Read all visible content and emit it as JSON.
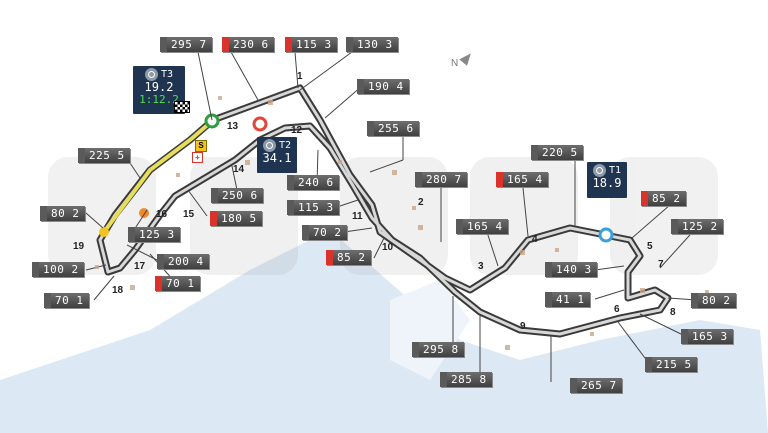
{
  "map": {
    "north_label": "N",
    "speed_traps": [
      {
        "id": "295-7",
        "value": "295 7",
        "red": false
      },
      {
        "id": "230-6",
        "value": "230 6",
        "red": true
      },
      {
        "id": "115-3-top",
        "value": "115 3",
        "red": true
      },
      {
        "id": "130-3",
        "value": "130 3",
        "red": false
      },
      {
        "id": "190-4",
        "value": "190 4",
        "red": false
      },
      {
        "id": "255-6",
        "value": "255 6",
        "red": false
      },
      {
        "id": "225-5",
        "value": "225 5",
        "red": false
      },
      {
        "id": "80-2-left",
        "value": "80 2",
        "red": false
      },
      {
        "id": "100-2",
        "value": "100 2",
        "red": false
      },
      {
        "id": "70-1-left",
        "value": "70 1",
        "red": false
      },
      {
        "id": "250-6",
        "value": "250 6",
        "red": false
      },
      {
        "id": "180-5",
        "value": "180 5",
        "red": true
      },
      {
        "id": "125-3-left",
        "value": "125 3",
        "red": false
      },
      {
        "id": "200-4",
        "value": "200 4",
        "red": false
      },
      {
        "id": "70-1-mid",
        "value": "70 1",
        "red": true
      },
      {
        "id": "240-6",
        "value": "240 6",
        "red": false
      },
      {
        "id": "115-3-mid",
        "value": "115 3",
        "red": false
      },
      {
        "id": "70-2",
        "value": "70 2",
        "red": false
      },
      {
        "id": "85-2-mid",
        "value": "85 2",
        "red": true
      },
      {
        "id": "280-7",
        "value": "280 7",
        "red": false
      },
      {
        "id": "165-4-red",
        "value": "165 4",
        "red": true
      },
      {
        "id": "165-4",
        "value": "165 4",
        "red": false
      },
      {
        "id": "220-5",
        "value": "220 5",
        "red": false
      },
      {
        "id": "85-2-right",
        "value": "85 2",
        "red": true
      },
      {
        "id": "125-2",
        "value": "125 2",
        "red": false
      },
      {
        "id": "140-3",
        "value": "140 3",
        "red": false
      },
      {
        "id": "41-1",
        "value": "41 1",
        "red": false
      },
      {
        "id": "80-2-right",
        "value": "80 2",
        "red": false
      },
      {
        "id": "165-3",
        "value": "165 3",
        "red": false
      },
      {
        "id": "215-5",
        "value": "215 5",
        "red": false
      },
      {
        "id": "295-8",
        "value": "295 8",
        "red": false
      },
      {
        "id": "285-8",
        "value": "285 8",
        "red": false
      },
      {
        "id": "265-7",
        "value": "265 7",
        "red": false
      }
    ],
    "turns": [
      "1",
      "2",
      "3",
      "4",
      "5",
      "6",
      "7",
      "8",
      "9",
      "10",
      "11",
      "12",
      "13",
      "14",
      "15",
      "16",
      "17",
      "18",
      "19"
    ],
    "sectors": [
      {
        "id": "t3",
        "label": "T3",
        "time": "19.2",
        "lap": "1:12.2"
      },
      {
        "id": "t2",
        "label": "T2",
        "time": "34.1"
      },
      {
        "id": "t1",
        "label": "T1",
        "time": "18.9"
      }
    ],
    "drs_marker": "S",
    "colors": {
      "track": "#404040",
      "sector1": "#3aa0d8",
      "sector2": "#e0463a",
      "sector3": "#2e9e3e",
      "drs": "#e6dd5a",
      "sea": "#dce9f5"
    }
  }
}
